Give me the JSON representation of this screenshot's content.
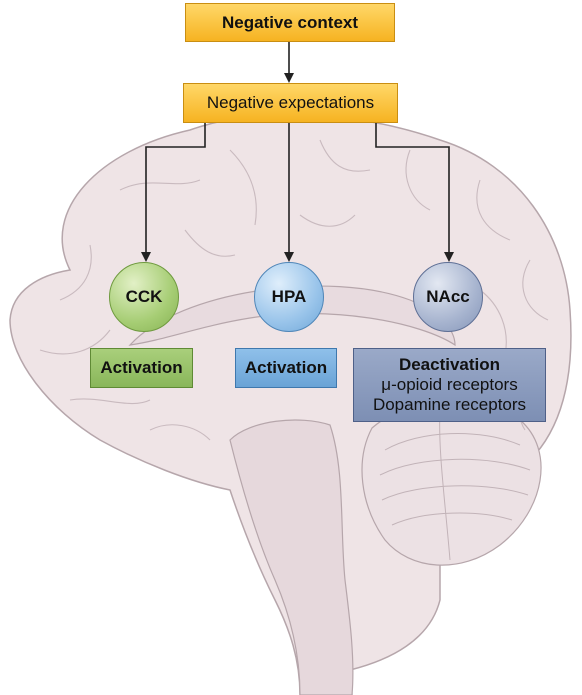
{
  "context": "Negative context",
  "expectations": "Negative expectations",
  "nodes": [
    {
      "circle": "CCK",
      "effect": "Activation"
    },
    {
      "circle": "HPA",
      "effect": "Activation"
    },
    {
      "circle": "NAcc",
      "effect": "Deactivation",
      "details": [
        "μ-opioid receptors",
        "Dopamine receptors"
      ]
    }
  ],
  "colors": {
    "top_boxes": "#f6b321",
    "cck": "#8fbc5c",
    "hpa": "#6fa7d8",
    "nacc": "#8495b8",
    "brain_fill": "#efe4e6",
    "brain_outline": "#b6a6ab"
  }
}
